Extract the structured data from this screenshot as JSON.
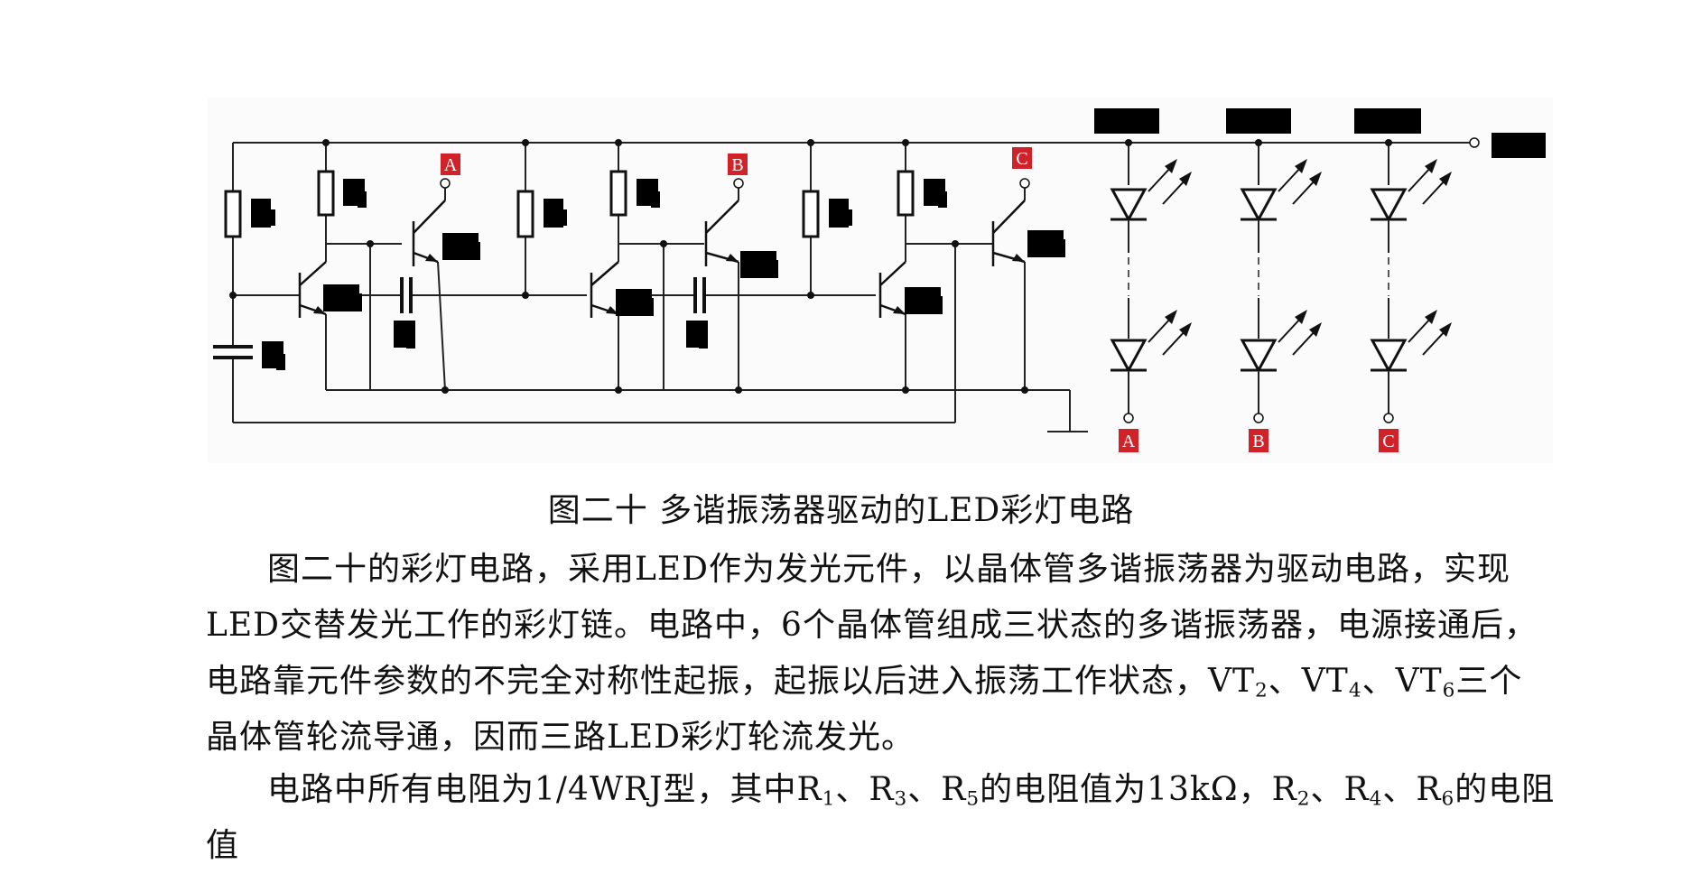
{
  "figure": {
    "terminal_labels": {
      "a": "A",
      "b": "B",
      "c": "C"
    },
    "colors": {
      "label_bg": "#d1222a",
      "line": "#222222",
      "block": "#000000"
    }
  },
  "caption": "图二十  多谐振荡器驱动的LED彩灯电路",
  "paragraph1": {
    "line1": "图二十的彩灯电路，采用LED作为发光元件，以晶体管多谐振荡器为驱动电路，实现",
    "line2": "LED交替发光工作的彩灯链。电路中，6个晶体管组成三状态的多谐振荡器，电源接通后，",
    "line3_a": "电路靠元件参数的不完全对称性起振，起振以后进入振荡工作状态，",
    "vt": "VT",
    "sub2": "2",
    "sep": "、",
    "sub4": "4",
    "sub6": "6",
    "line3_b": "三个",
    "line4": "晶体管轮流导通，因而三路LED彩灯轮流发光。"
  },
  "paragraph2": {
    "part1": "电路中所有电阻为1/4WRJ型，其中",
    "r": "R",
    "sub1": "1",
    "sub3": "3",
    "sub5": "5",
    "sub2": "2",
    "sub4": "4",
    "sub6": "6",
    "sep": "、",
    "part2": "的电阻值为13kΩ，",
    "part3": "的电阻值"
  }
}
